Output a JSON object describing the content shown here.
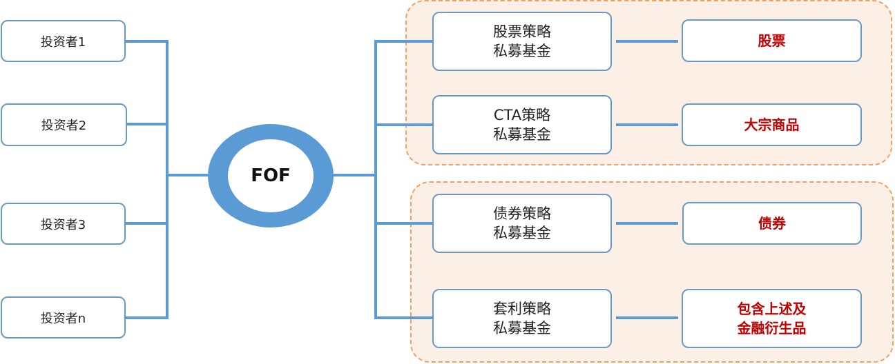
{
  "center": {
    "label": "FOF"
  },
  "investors": [
    {
      "label": "投资者1"
    },
    {
      "label": "投资者2"
    },
    {
      "label": "投资者3"
    },
    {
      "label": "投资者n"
    }
  ],
  "funds": [
    {
      "line1": "股票策略",
      "line2": "私募基金"
    },
    {
      "line1": "CTA策略",
      "line2": "私募基金"
    },
    {
      "line1": "债券策略",
      "line2": "私募基金"
    },
    {
      "line1": "套利策略",
      "line2": "私募基金"
    }
  ],
  "assets": [
    {
      "line1": "股票",
      "line2": ""
    },
    {
      "line1": "大宗商品",
      "line2": ""
    },
    {
      "line1": "债券",
      "line2": ""
    },
    {
      "line1": "包含上述及",
      "line2": "金融衍生品"
    }
  ],
  "colors": {
    "connector": "#5b9bd5",
    "box_border": "#6a98c8",
    "asset_text": "#c00000",
    "group_fill": "#fbefe6",
    "group_border": "#f0a060"
  }
}
